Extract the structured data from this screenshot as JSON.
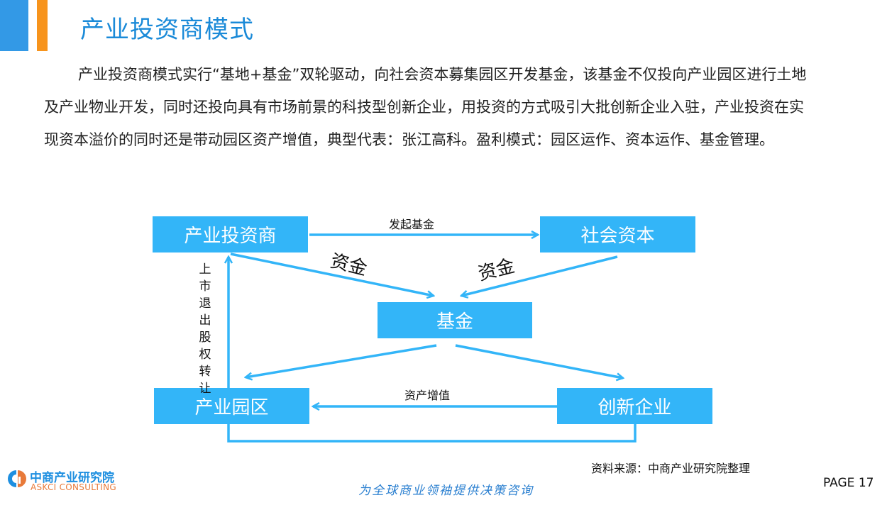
{
  "header": {
    "title": "产业投资商模式"
  },
  "body": {
    "paragraph": "产业投资商模式实行“基地+基金”双轮驱动，向社会资本募集园区开发基金，该基金不仅投向产业园区进行土地及产业物业开发，同时还投向具有市场前景的科技型创新企业，用投资的方式吸引大批创新企业入驻，产业投资在实现资本溢价的同时还是带动园区资产增值，典型代表：张江高科。盈利模式：园区运作、资本运作、基金管理。"
  },
  "diagram": {
    "nodes": {
      "investor": "产业投资商",
      "social_capital": "社会资本",
      "fund": "基金",
      "park": "产业园区",
      "enterprise": "创新企业"
    },
    "edges": {
      "launch_fund": "发起基金",
      "capital_left": "资金",
      "capital_right": "资金",
      "asset_appreciation": "资产增值",
      "exit": "上市退出股权转让"
    },
    "exit_chars": [
      "上",
      "市",
      "退",
      "出",
      "股",
      "权",
      "转",
      "让"
    ],
    "box_color": "#33b5f8"
  },
  "footer": {
    "source": "资料来源：中商产业研究院整理",
    "slogan": "为全球商业领袖提供决策咨询",
    "page": "PAGE  17",
    "logo_cn": "中商产业研究院",
    "logo_en": "ASKCI CONSULTING"
  }
}
